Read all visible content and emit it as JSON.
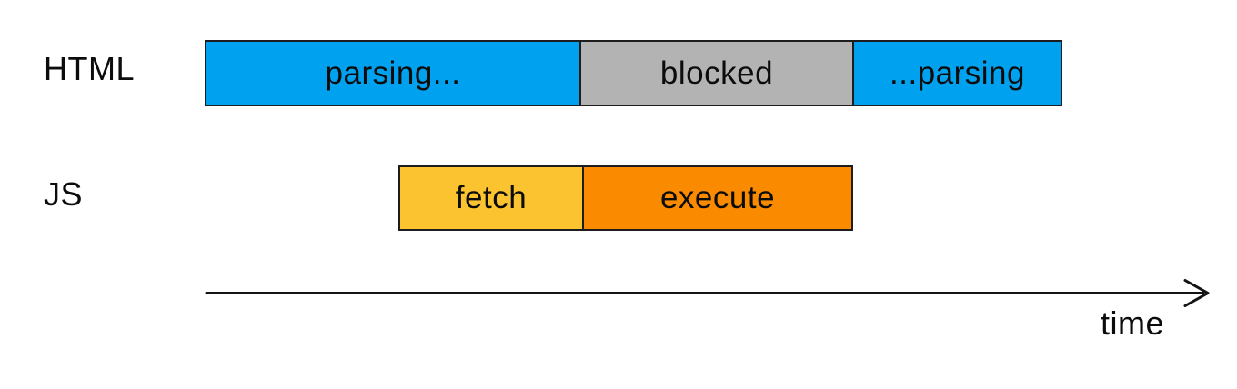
{
  "canvas": {
    "background": "#ffffff"
  },
  "rows": [
    {
      "label": "HTML",
      "segments": [
        {
          "label": "parsing...",
          "color": "#00a2f0",
          "start": 0,
          "end": 412
        },
        {
          "label": "blocked",
          "color": "#b3b3b3",
          "start": 412,
          "end": 712
        },
        {
          "label": "...parsing",
          "color": "#00a2f0",
          "start": 712,
          "end": 943
        }
      ]
    },
    {
      "label": "JS",
      "segments": [
        {
          "label": "fetch",
          "color": "#fbc32f",
          "start": 213,
          "end": 413
        },
        {
          "label": "execute",
          "color": "#fa8a00",
          "start": 413,
          "end": 712
        }
      ]
    }
  ],
  "axis": {
    "label": "time",
    "color": "#141414"
  },
  "colors": {
    "bar_border": "#1d1d1d",
    "text": "#0c0c0c",
    "html_parsing": "#00a2f0",
    "html_blocked": "#b3b3b3",
    "js_fetch": "#fbc32f",
    "js_execute": "#fa8a00"
  }
}
